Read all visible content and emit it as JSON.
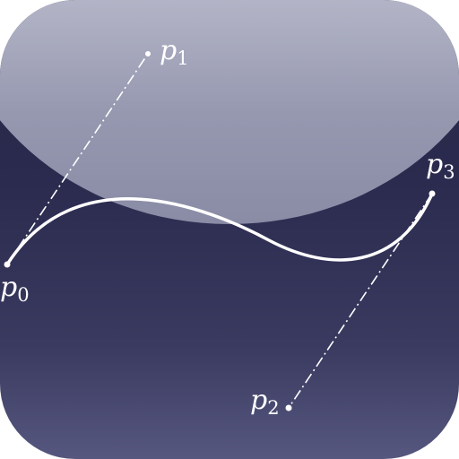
{
  "icon_name": "bezier-curve-icon",
  "colors": {
    "background_top": "#262647",
    "background_bottom": "#56577f",
    "gloss_top": "#e3e4ec",
    "gloss_bottom": "#8a8ca6",
    "curve": "#ffffff",
    "control_lines": "#ffffff"
  },
  "points": {
    "p0": {
      "base": "p",
      "sub": "0"
    },
    "p1": {
      "base": "p",
      "sub": "1"
    },
    "p2": {
      "base": "p",
      "sub": "2"
    },
    "p3": {
      "base": "p",
      "sub": "3"
    }
  }
}
